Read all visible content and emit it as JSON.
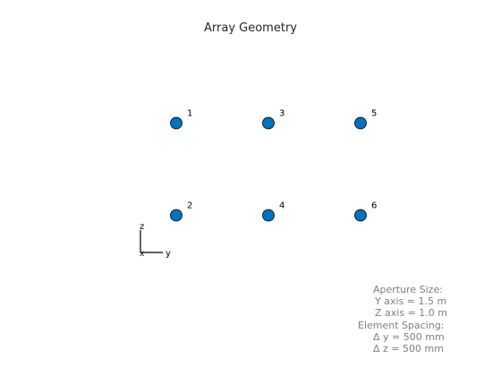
{
  "diagram": {
    "title": "Array Geometry",
    "elements": [
      {
        "label": "1",
        "y": -0.5,
        "z": 0.25
      },
      {
        "label": "2",
        "y": -0.5,
        "z": -0.25
      },
      {
        "label": "3",
        "y": 0.0,
        "z": 0.25
      },
      {
        "label": "4",
        "y": 0.0,
        "z": -0.25
      },
      {
        "label": "5",
        "y": 0.5,
        "z": 0.25
      },
      {
        "label": "6",
        "y": 0.5,
        "z": -0.25
      }
    ],
    "axes_triad": {
      "x": "x",
      "y": "y",
      "z": "z"
    },
    "colors": {
      "element_fill": "#0072BD",
      "element_edge": "#000000",
      "title": "#262626",
      "info": "#808080"
    }
  },
  "info": {
    "aperture_heading": "Aperture Size:",
    "y_axis": "Y axis = 1.5 m",
    "z_axis": "Z axis = 1.0 m",
    "spacing_heading": "Element Spacing:",
    "dy": "Δ y = 500 mm",
    "dz": "Δ z = 500 mm"
  }
}
